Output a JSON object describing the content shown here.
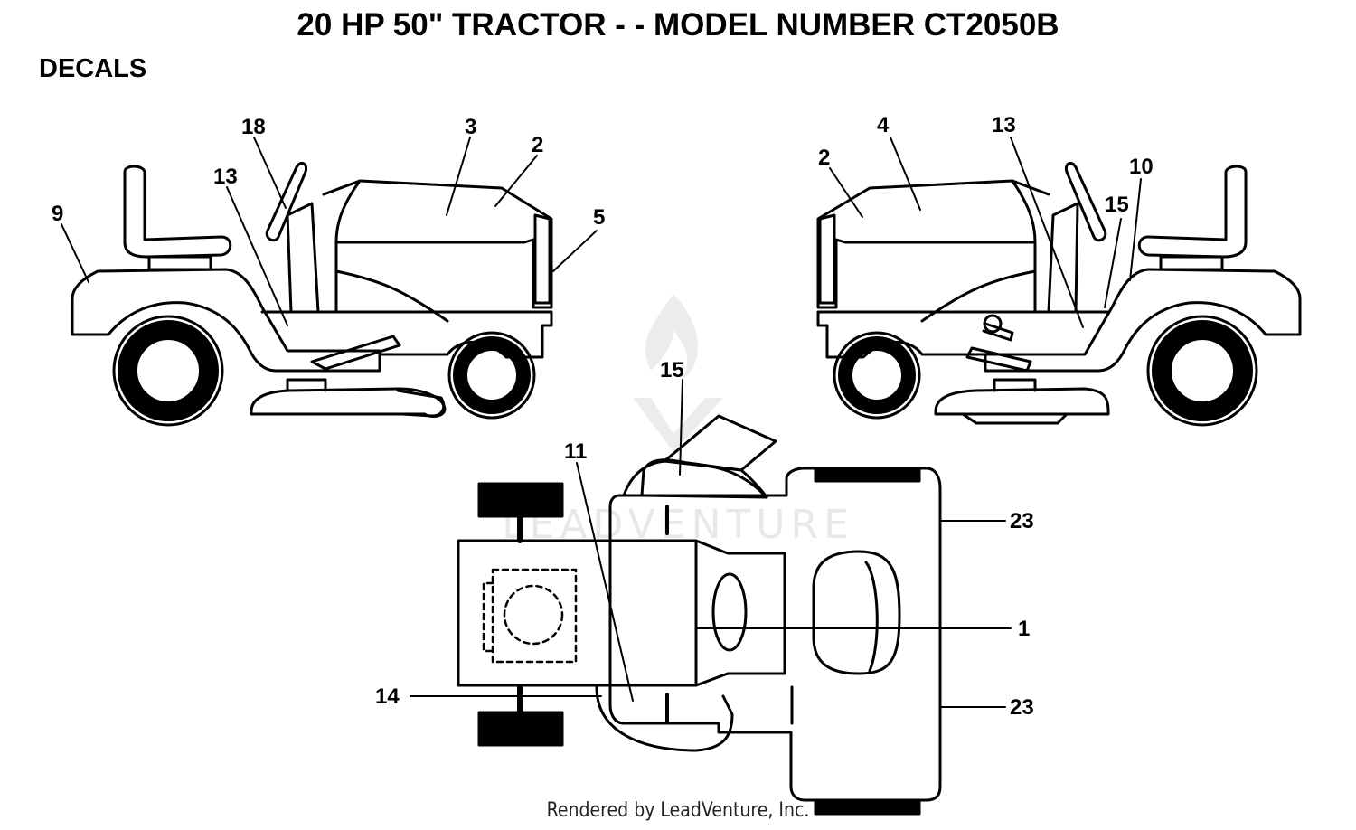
{
  "header": {
    "title": "20 HP 50\" TRACTOR - - MODEL NUMBER CT2050B",
    "section": "DECALS"
  },
  "watermark": "LEADVENTURE",
  "footer": "Rendered by LeadVenture, Inc.",
  "callouts": {
    "left_view": [
      "18",
      "3",
      "2",
      "13",
      "9",
      "5"
    ],
    "right_view": [
      "4",
      "13",
      "2",
      "10",
      "15"
    ],
    "top_view": [
      "15",
      "11",
      "23",
      "1",
      "14",
      "23"
    ]
  },
  "colors": {
    "ink": "#000000",
    "watermark": "#e8e8e8"
  }
}
